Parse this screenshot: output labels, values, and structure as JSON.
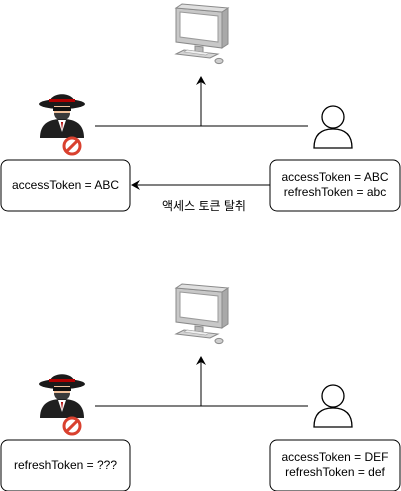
{
  "scenario_1": {
    "attacker_box": {
      "lines": [
        "accessToken = ABC"
      ]
    },
    "user_box": {
      "lines": [
        "accessToken = ABC",
        "refreshToken = abc"
      ]
    },
    "arrow_label": "액세스 토큰 탈취"
  },
  "scenario_2": {
    "attacker_box": {
      "lines": [
        "refreshToken = ???"
      ]
    },
    "user_box": {
      "lines": [
        "accessToken = DEF",
        "refreshToken = def"
      ]
    }
  },
  "icons": {
    "server": "desktop-computer-icon",
    "attacker": "hacker-icon",
    "blocked": "prohibited-icon",
    "user": "user-icon"
  },
  "colors": {
    "line": "#000000",
    "prohibited_red": "#d9412f",
    "monitor_gray": "#c8c8c8",
    "screen_white": "#ffffff",
    "hat_black": "#1a1a1a",
    "skin": "#f0c09a"
  }
}
